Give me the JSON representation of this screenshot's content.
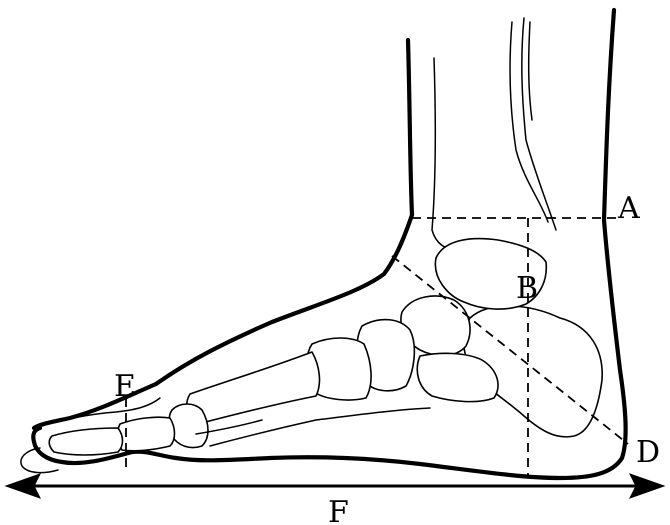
{
  "labels": {
    "a": "A",
    "b": "B",
    "d": "D",
    "e": "E",
    "f": "F"
  }
}
